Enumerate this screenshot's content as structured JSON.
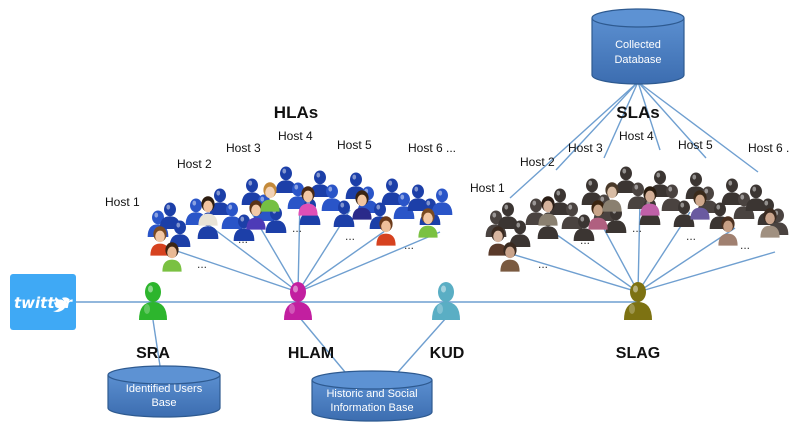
{
  "groups": {
    "hla": {
      "title": "HLAs",
      "hosts": [
        "Host 1",
        "Host 2",
        "Host 3",
        "Host 4",
        "Host 5",
        "Host 6 ..."
      ]
    },
    "sla": {
      "title": "SLAs",
      "hosts": [
        "Host 1",
        "Host 2",
        "Host 3",
        "Host 4",
        "Host 5",
        "Host 6 .."
      ]
    }
  },
  "ellipsis": "...",
  "agents": {
    "sra": "SRA",
    "hlam": "HLAM",
    "kud": "KUD",
    "slag": "SLAG"
  },
  "databases": {
    "collected": [
      "Collected",
      "Database"
    ],
    "identified": [
      "Identified Users",
      "Base"
    ],
    "historic": [
      "Historic and Social",
      "Information Base"
    ]
  },
  "twitter": {
    "logo_text": "twitter",
    "icon": "twitter-bird-icon"
  },
  "colors": {
    "db_fill": "#4a7fc1",
    "db_stroke": "#2e5a90",
    "line": "#6f9fd0",
    "sra": "#2db52d",
    "hlam": "#c21fa0",
    "kud": "#5aaec4",
    "slag": "#7d7212",
    "hla_crowd": "#1c3fa8",
    "sla_crowd": "#3b3532",
    "twitter_bg": "#3fa9f5"
  }
}
